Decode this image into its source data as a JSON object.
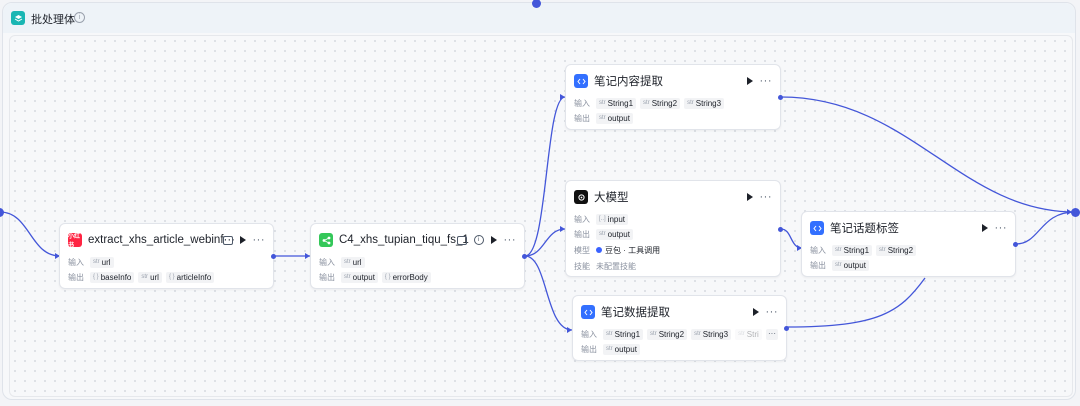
{
  "group": {
    "title": "批处理体"
  },
  "labels": {
    "input": "输入",
    "output": "输出",
    "model": "模型",
    "skill": "技能"
  },
  "type_tags": {
    "str": "str",
    "brace": "{ }",
    "list": "[..]"
  },
  "nodes": {
    "extract": {
      "title": "extract_xhs_article_webinf···",
      "icon_text": "小红书",
      "icon_color": "#ff2442",
      "inputs": [
        "url"
      ],
      "outputs": [
        "baseInfo",
        "url",
        "articleInfo"
      ]
    },
    "c4": {
      "title": "C4_xhs_tupian_tiqu_fs_1",
      "icon_color": "#34c759",
      "inputs": [
        "url"
      ],
      "outputs": [
        "output",
        "errorBody"
      ]
    },
    "content": {
      "title": "笔记内容提取",
      "icon_color": "#3370ff",
      "inputs": [
        "String1",
        "String2",
        "String3"
      ],
      "outputs": [
        "output"
      ]
    },
    "llm": {
      "title": "大模型",
      "icon_color": "#111111",
      "inputs": [
        "input"
      ],
      "outputs": [
        "output"
      ],
      "model": "豆包 · 工具调用",
      "skill": "未配置技能"
    },
    "data": {
      "title": "笔记数据提取",
      "icon_color": "#3370ff",
      "inputs": [
        "String1",
        "String2",
        "String3",
        "Stri"
      ],
      "more": "···",
      "outputs": [
        "output"
      ]
    },
    "topic": {
      "title": "笔记话题标签",
      "icon_color": "#3370ff",
      "inputs": [
        "String1",
        "String2"
      ],
      "outputs": [
        "output"
      ]
    }
  },
  "colors": {
    "edge": "#4356d9",
    "accent": "#1ab6b3"
  }
}
